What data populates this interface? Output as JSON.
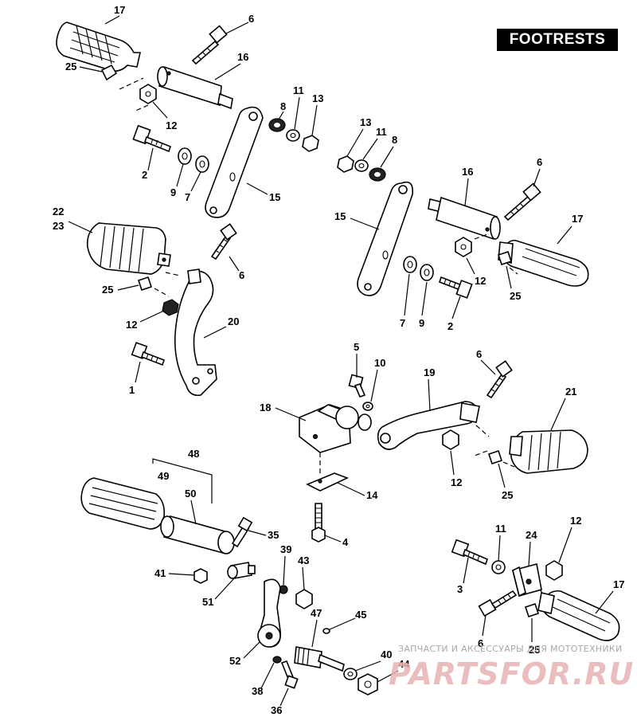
{
  "title": "FOOTRESTS",
  "watermark": {
    "top_line": "ЗАПЧАСТИ И АКСЕССУАРЫ ДЛЯ МОТОТЕХНИКИ",
    "logo": "PARTSFOR.RU"
  },
  "callouts": {
    "c17a": "17",
    "c6a": "6",
    "c25a": "25",
    "c16a": "16",
    "c12a": "12",
    "c8a": "8",
    "c11a": "11",
    "c13a": "13",
    "c2a": "2",
    "c9a": "9",
    "c7a": "7",
    "c15a": "15",
    "c13b": "13",
    "c11b": "11",
    "c8b": "8",
    "c16b": "16",
    "c6b": "6",
    "c15b": "15",
    "c17b": "17",
    "c12b": "12",
    "c25b": "25",
    "c7b": "7",
    "c9b": "9",
    "c2b": "2",
    "c22": "22",
    "c23": "23",
    "c6c": "6",
    "c25c": "25",
    "c12c": "12",
    "c20": "20",
    "c1": "1",
    "c5": "5",
    "c10": "10",
    "c19": "19",
    "c6d": "6",
    "c21": "21",
    "c18": "18",
    "c12d": "12",
    "c25d": "25",
    "c14": "14",
    "c4": "4",
    "c48": "48",
    "c49": "49",
    "c50": "50",
    "c35": "35",
    "c39": "39",
    "c43": "43",
    "c41": "41",
    "c51": "51",
    "c47": "47",
    "c45": "45",
    "c52": "52",
    "c40": "40",
    "c44": "44",
    "c38": "38",
    "c36": "36",
    "c11c": "11",
    "c24": "24",
    "c12e": "12",
    "c3": "3",
    "c17c": "17",
    "c6e": "6",
    "c25e": "25"
  }
}
